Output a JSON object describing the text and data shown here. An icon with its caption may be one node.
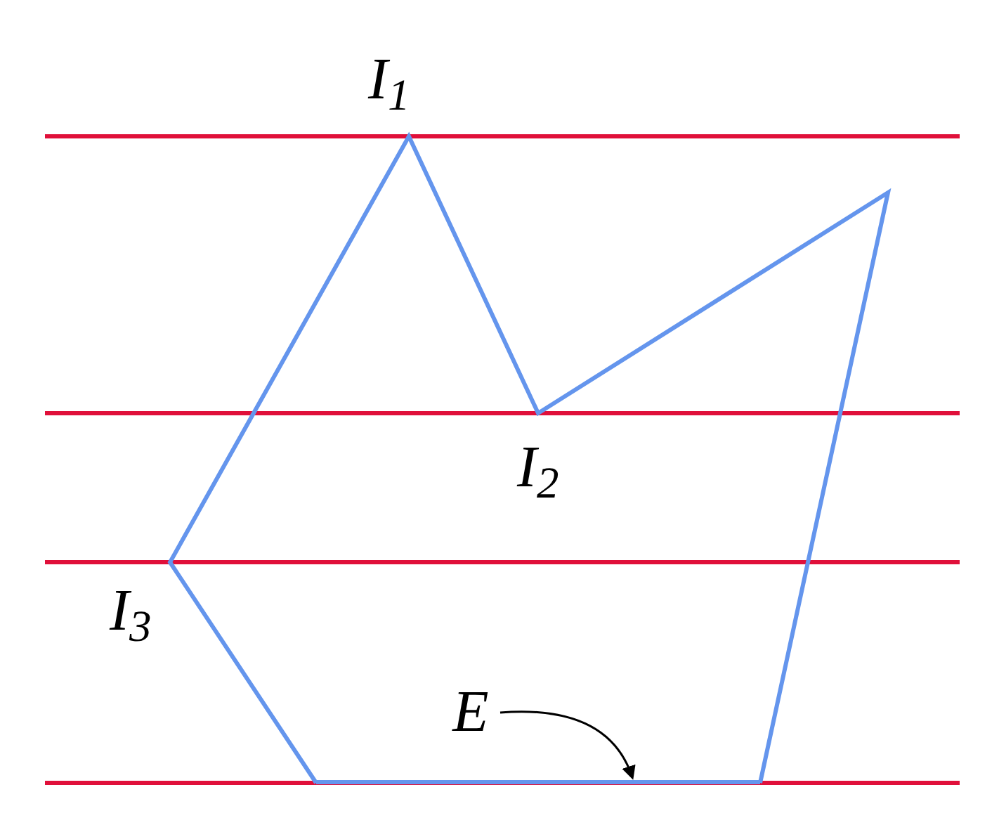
{
  "diagram": {
    "nodes": [
      {
        "text": [
          "E"
        ]
      },
      {
        "text": [],
        "shape": "bar"
      }
    ],
    "edges": [
      {
        "from": 0,
        "to": 1,
        "arrow": "to"
      }
    ],
    "labels": [
      "I$_{1}$",
      "I$_{2}$",
      "I$_{3}$"
    ]
  }
}
